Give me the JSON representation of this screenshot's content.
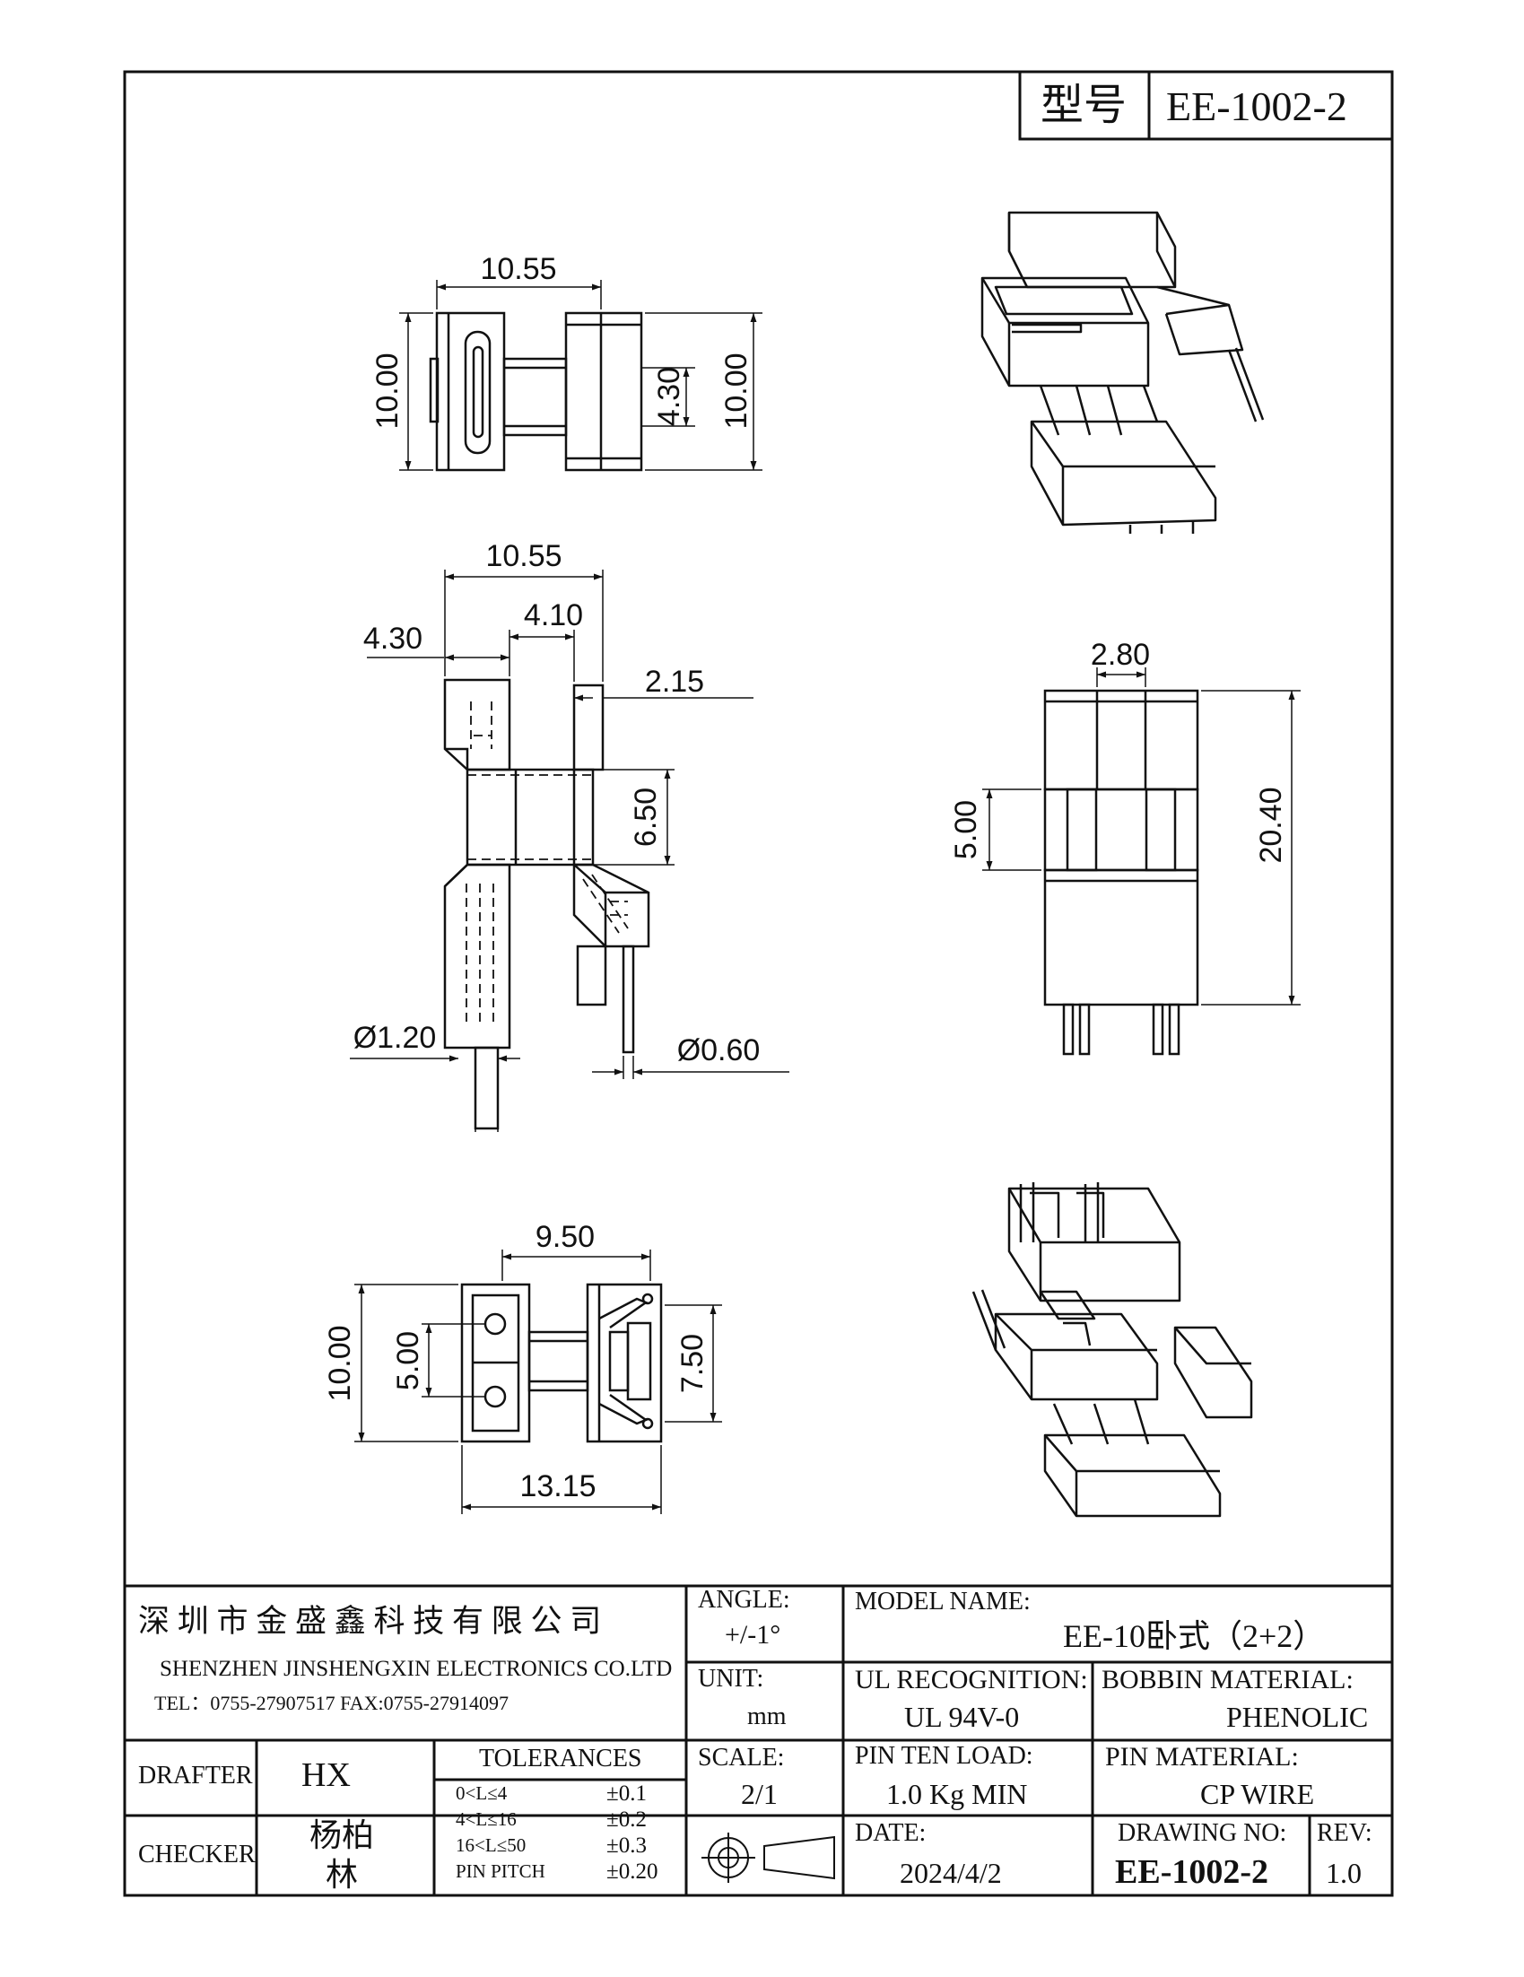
{
  "header": {
    "model_label": "型号",
    "model_value": "EE-1002-2"
  },
  "dimensions": {
    "top_view": {
      "width": "10.55",
      "height_left": "10.00",
      "core": "4.30",
      "height_right": "10.00"
    },
    "side_view": {
      "width": "10.55",
      "left": "4.30",
      "mid": "4.10",
      "pin_offset": "2.15",
      "core_height": "6.50",
      "pin_dia_left": "Ø1.20",
      "pin_dia_right": "Ø0.60"
    },
    "front_view": {
      "core": "2.80",
      "slot": "5.00",
      "height": "20.40"
    },
    "bottom_view": {
      "pin_pitch": "9.50",
      "height": "10.00",
      "slot": "5.00",
      "right_h": "7.50",
      "width": "13.15"
    }
  },
  "title_block": {
    "company_cn": "深 圳 市 金 盛 鑫 科 技 有 限 公 司",
    "company_en": "SHENZHEN  JINSHENGXIN  ELECTRONICS    CO.LTD",
    "tel_fax": "TEL：0755-27907517    FAX:0755-27914097",
    "angle_label": "ANGLE:",
    "angle_value": "+/-1°",
    "model_name_label": "MODEL NAME:",
    "model_name_value": "EE-10卧式（2+2）",
    "unit_label": "UNIT:",
    "unit_value": "mm",
    "ul_label": "UL RECOGNITION:",
    "ul_value": "UL 94V-0",
    "bobbin_label": "BOBBIN MATERIAL:",
    "bobbin_value": "PHENOLIC",
    "drafter_label": "DRAFTER",
    "drafter_value": "HX",
    "checker_label": "CHECKER",
    "checker_value_1": "杨柏",
    "checker_value_2": "林",
    "tolerances_label": "TOLERANCES",
    "tolerances": [
      {
        "range": "0<L≤4",
        "tol": "±0.1"
      },
      {
        "range": "4<L≤16",
        "tol": "±0.2"
      },
      {
        "range": "16<L≤50",
        "tol": "±0.3"
      },
      {
        "range": "PIN PITCH",
        "tol": "±0.20"
      }
    ],
    "scale_label": "SCALE:",
    "scale_value": "2/1",
    "pin_load_label": "PIN TEN LOAD:",
    "pin_load_value": "1.0 Kg MIN",
    "pin_material_label": "PIN MATERIAL:",
    "pin_material_value": "CP WIRE",
    "date_label": "DATE:",
    "date_value": "2024/4/2",
    "drawing_no_label": "DRAWING NO:",
    "drawing_no_value": "EE-1002-2",
    "rev_label": "REV:",
    "rev_value": "1.0"
  }
}
